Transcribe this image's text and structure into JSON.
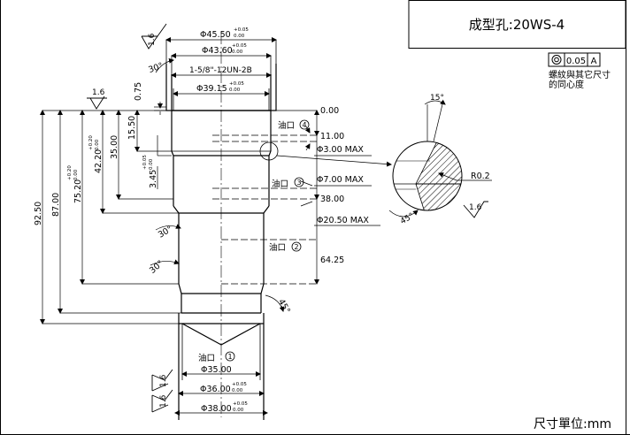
{
  "title_block": {
    "part_name": "成型孔:20WS-4"
  },
  "tolerance_frame": {
    "symbol_name": "concentricity-symbol",
    "value": "0.05",
    "datum": "A",
    "note_line1": "螺紋與其它尺寸",
    "note_line2": "的同心度"
  },
  "units_label": "尺寸單位:mm",
  "surface_finish": {
    "value": "1.6"
  },
  "diameters": {
    "d45_50": "Φ45.50",
    "d43_60": "Φ43.60",
    "thread": "1-5/8\"-12UN-2B",
    "d39_15": "Φ39.15",
    "d3_00": "Φ3.00 MAX",
    "d7_00": "Φ7.00 MAX",
    "d20_50": "Φ20.50 MAX",
    "d35_00": "Φ35.00",
    "d36_00": "Φ36.00",
    "d38_00": "Φ38.00"
  },
  "tolerance": {
    "upper": "+0.05",
    "lower": "0.00",
    "upper_20": "+0.20",
    "lower_00": "0.00"
  },
  "vertical_dims": {
    "v0_75": "0.75",
    "v15_50": "15.50",
    "v35_00": "35.00",
    "v42_20": "42.20",
    "v3_45": "3.45",
    "v75_20": "75.20",
    "v87_00": "87.00",
    "v92_50": "92.50"
  },
  "depth_marks": {
    "d0": "0.00",
    "d11": "11.00",
    "d38": "38.00",
    "d64": "64.25"
  },
  "oil_ports": {
    "p1_label": "油口",
    "p1_num": "1",
    "p2_label": "油口",
    "p2_num": "2",
    "p3_label": "油口",
    "p3_num": "3",
    "p4_label": "油口",
    "p4_num": "4"
  },
  "angles": {
    "a30_top": "30°",
    "a30_mid": "30°",
    "a30_low": "30°",
    "a45_bottom": "45°",
    "a15_detail": "15°",
    "a45_detail": "45°"
  },
  "detail": {
    "radius": "R0.2"
  }
}
